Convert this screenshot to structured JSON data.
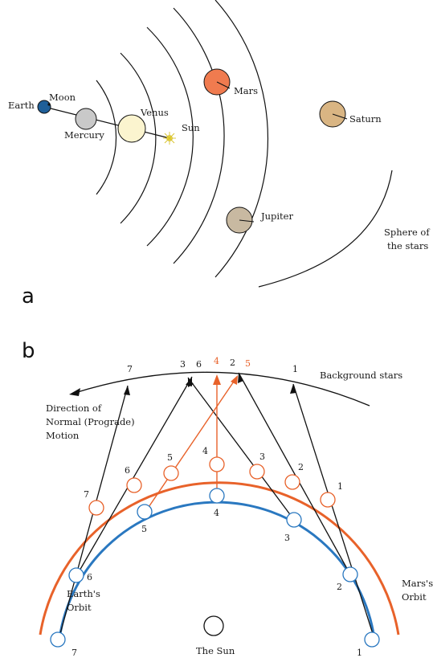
{
  "panel_a": {
    "letter": "a",
    "bodies": {
      "moon": "Moon",
      "earth": "Earth",
      "mercury": "Mercury",
      "venus": "Venus",
      "sun": "Sun",
      "mars": "Mars",
      "saturn": "Saturn",
      "jupiter": "Jupiter"
    },
    "stars_line1": "Sphere of",
    "stars_line2": "the stars",
    "colors": {
      "earth": "#1f5f99",
      "mercury": "#c9c9c9",
      "venus": "#fbf4cf",
      "sun": "#f2e04a",
      "mars": "#f07b4f",
      "jupiter": "#c8b9a1",
      "saturn": "#d9b583"
    }
  },
  "panel_b": {
    "letter": "b",
    "background_stars": "Background stars",
    "direction_line1": "Direction of",
    "direction_line2": "Normal (Prograde)",
    "direction_line3": "Motion",
    "mars_orbit_line1": "Mars's",
    "mars_orbit_line2": "Orbit",
    "earth_orbit_line1": "Earth's",
    "earth_orbit_line2": "Orbit",
    "sun": "The Sun",
    "star_labels": [
      "7",
      "3",
      "6",
      "4",
      "2",
      "5",
      "1"
    ],
    "mars_labels": [
      "7",
      "6",
      "5",
      "4",
      "3",
      "2",
      "1"
    ],
    "earth_labels": [
      "7",
      "6",
      "5",
      "4",
      "3",
      "2",
      "1"
    ],
    "colors": {
      "mars": "#e8622a",
      "earth": "#2a78c0"
    }
  }
}
